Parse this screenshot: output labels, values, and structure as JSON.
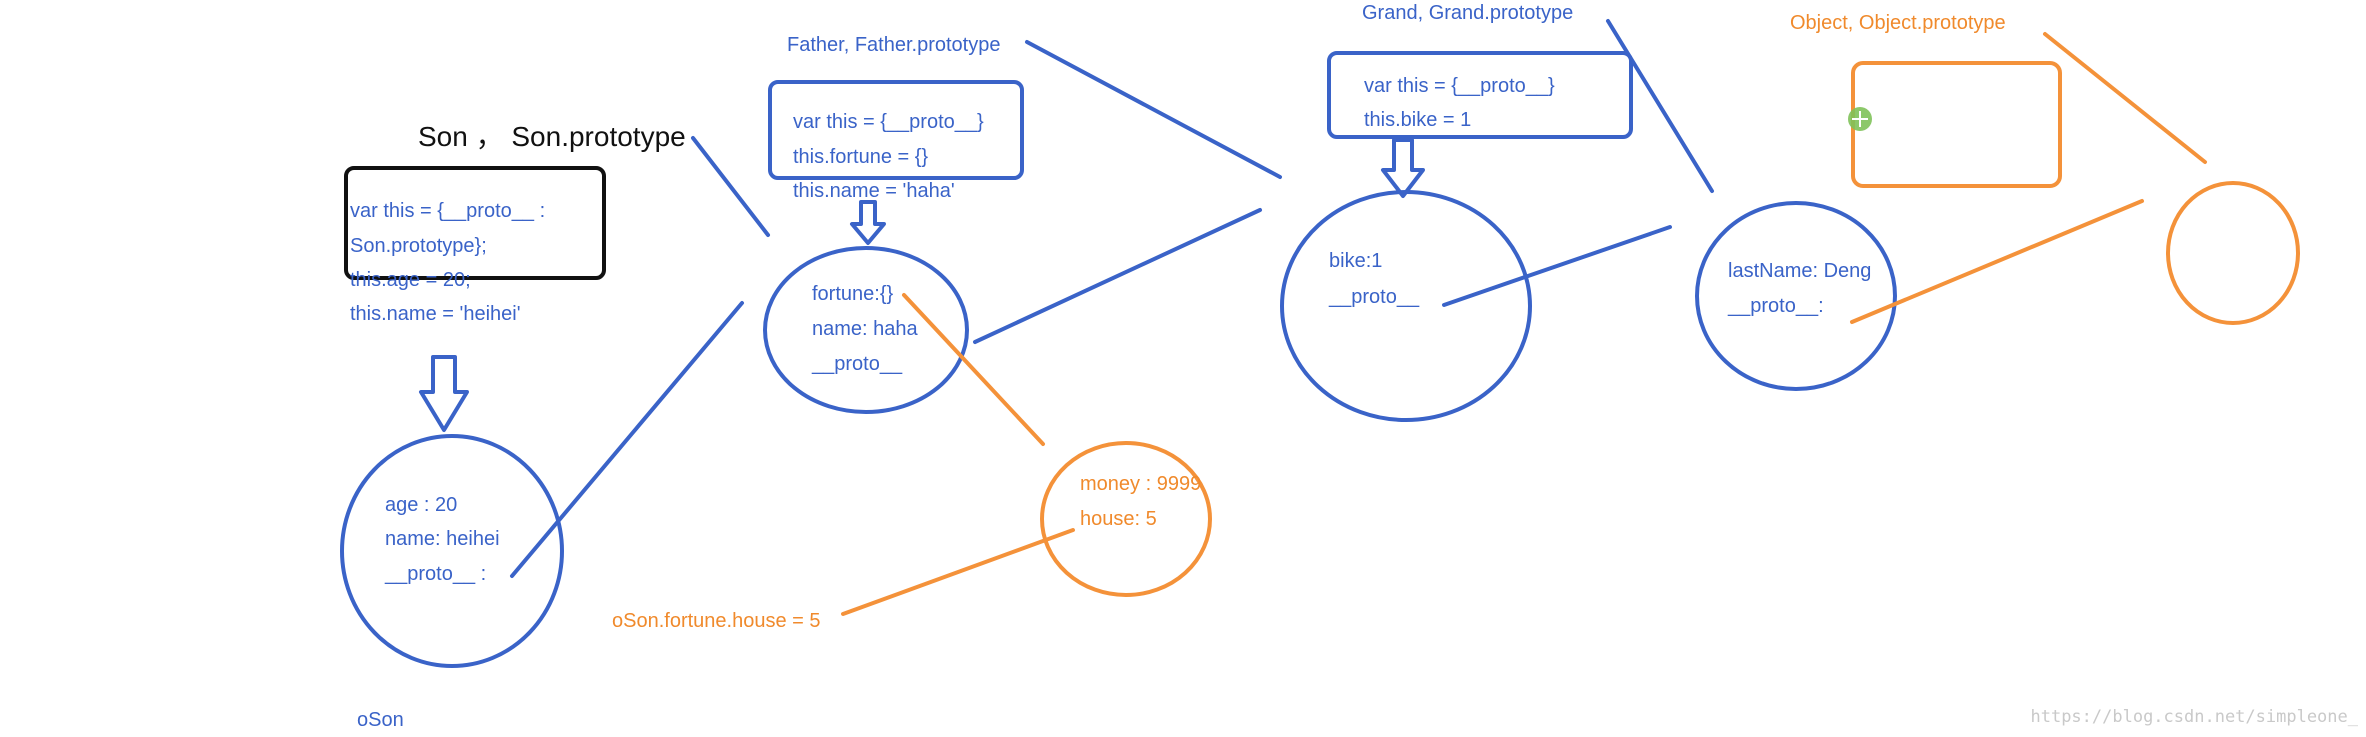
{
  "son": {
    "title": "Son ， Son.prototype",
    "code": [
      "var this = {__proto__ :",
      "Son.prototype};",
      "this.age = 20;",
      "this.name = 'heihei'"
    ]
  },
  "son_object": {
    "props": [
      "age :   20",
      "name: heihei",
      "__proto__ :"
    ],
    "label": "oSon"
  },
  "father": {
    "title": "Father, Father.prototype",
    "code": [
      "var this = {__proto__}",
      "this.fortune = {}",
      "this.name = 'haha'"
    ],
    "props": [
      "fortune:{}",
      "name: haha",
      "__proto__"
    ]
  },
  "fortune_object": {
    "props": [
      "money : 9999",
      "house: 5"
    ],
    "assignment": "oSon.fortune.house = 5"
  },
  "grand": {
    "title": "Grand, Grand.prototype",
    "code": [
      "var this = {__proto__}",
      "this.bike = 1"
    ],
    "props": [
      "bike:1",
      "__proto__"
    ]
  },
  "grand_prototype_object": {
    "props": [
      "lastName: Deng",
      "__proto__:"
    ]
  },
  "object_prototype": {
    "title": "Object, Object.prototype"
  },
  "watermark": "https://blog.csdn.net/simpleone_",
  "colors": {
    "blue": "#3a63c8",
    "orange": "#f4923a",
    "black": "#111111",
    "green": "#7fc25a"
  }
}
